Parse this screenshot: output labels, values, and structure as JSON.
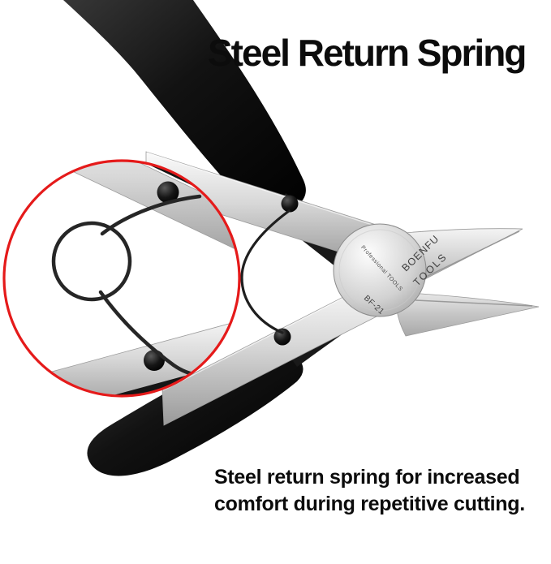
{
  "title": "Steel Return Spring",
  "caption": {
    "line1": "Steel return spring for increased",
    "line2": "comfort during repetitive cutting."
  },
  "tool_markings": {
    "brand_top": "BOENFU",
    "brand_bottom": "TOOLS",
    "tagline": "Professional TOOLS",
    "model": "BF-21"
  },
  "colors": {
    "highlight_circle": "#e51a1a",
    "handle": "#141414",
    "metal_highlight": "#f5f5f5",
    "metal_shadow": "#8f8f8f",
    "text": "#0c0c0c",
    "background": "#ffffff"
  }
}
